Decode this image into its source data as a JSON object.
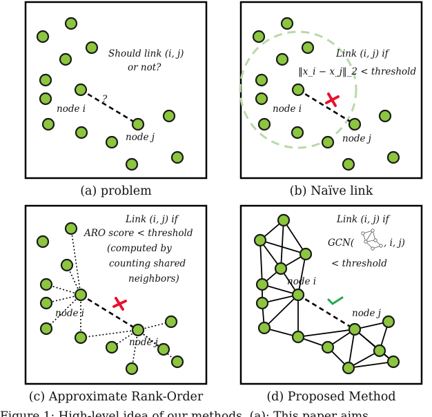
{
  "panels": {
    "a": {
      "caption": "(a) problem",
      "question_line1": "Should link (i, j)",
      "question_line2": "or not?",
      "question_mark": "?",
      "label_i": "node i",
      "label_j": "node j"
    },
    "b": {
      "caption": "(b) Naïve link",
      "rule_line1": "Link (i, j) if",
      "rule_line2": "‖x_i − x_j‖_2 < threshold",
      "label_i": "node i",
      "label_j": "node j"
    },
    "c": {
      "caption": "(c) Approximate Rank-Order",
      "rule_line1": "Link (i, j) if",
      "rule_line2": "ARO score < threshold",
      "rule_line3": "(computed by",
      "rule_line4": "counting shared",
      "rule_line5": "neighbors)",
      "label_i": "node i",
      "label_j": "node j"
    },
    "d": {
      "caption": "(d) Proposed Method",
      "rule_line1": "Link (i, j) if",
      "rule_line2_pre": "GCN(",
      "rule_line2_post": ", i, j)",
      "rule_line3": "< threshold",
      "label_i": "node i",
      "label_j": "node j"
    }
  },
  "figure_caption_partial": "Figure 1: High-level idea of our methods. (a): This paper aims",
  "colors": {
    "node_fill": "#8cc63f",
    "cross": "#e8112d",
    "check": "#1faa4a",
    "radius_circle": "#b7d9a8"
  },
  "icons": {
    "cross": "cross-mark-icon",
    "check": "check-mark-icon",
    "mini_graph": "mini-graph-icon"
  }
}
